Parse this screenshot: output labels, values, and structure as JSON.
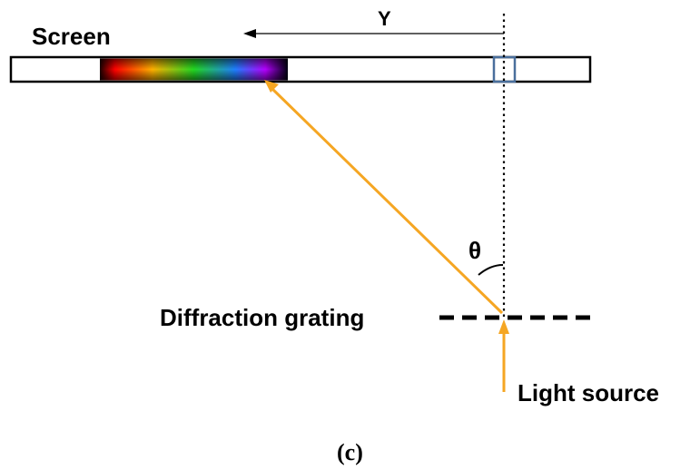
{
  "labels": {
    "screen": "Screen",
    "y_axis": "Y",
    "theta": "θ",
    "grating": "Diffraction grating",
    "light_source": "Light source",
    "caption": "(c)"
  },
  "colors": {
    "ray": "#f5a623",
    "marker": "#4a6f9c",
    "spectrum": [
      "#ff0000",
      "#ffb000",
      "#22d822",
      "#1f7fff",
      "#b400ff"
    ]
  }
}
